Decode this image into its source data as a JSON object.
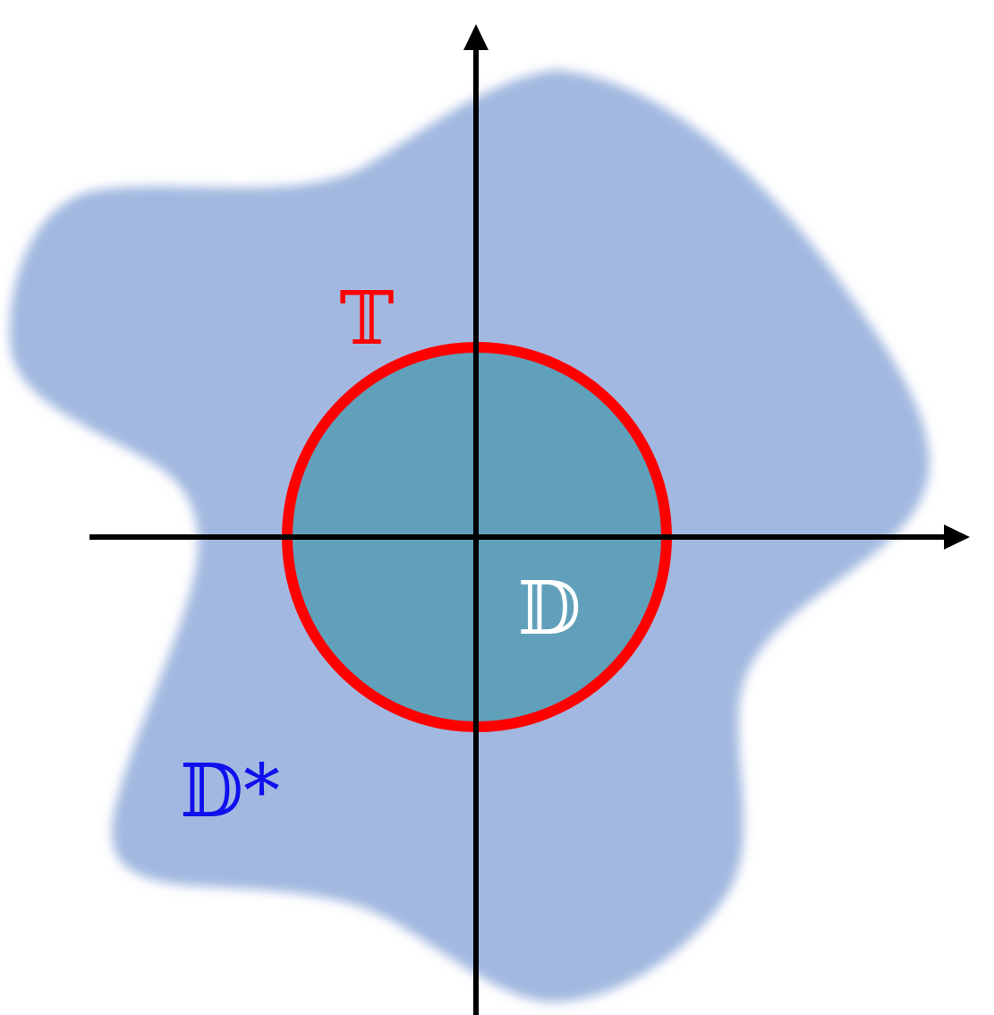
{
  "labels": {
    "circle": "𝕋",
    "disk": "𝔻",
    "exterior": "𝔻*"
  },
  "colors": {
    "background": "#ffffff",
    "exterior_region": "#a2b8e0",
    "disk_fill": "#60a0bb",
    "circle_stroke": "#ff0000",
    "axis": "#000000",
    "label_circle": "#ff0000",
    "label_disk": "#ffffff",
    "label_exterior": "#1010ee"
  }
}
